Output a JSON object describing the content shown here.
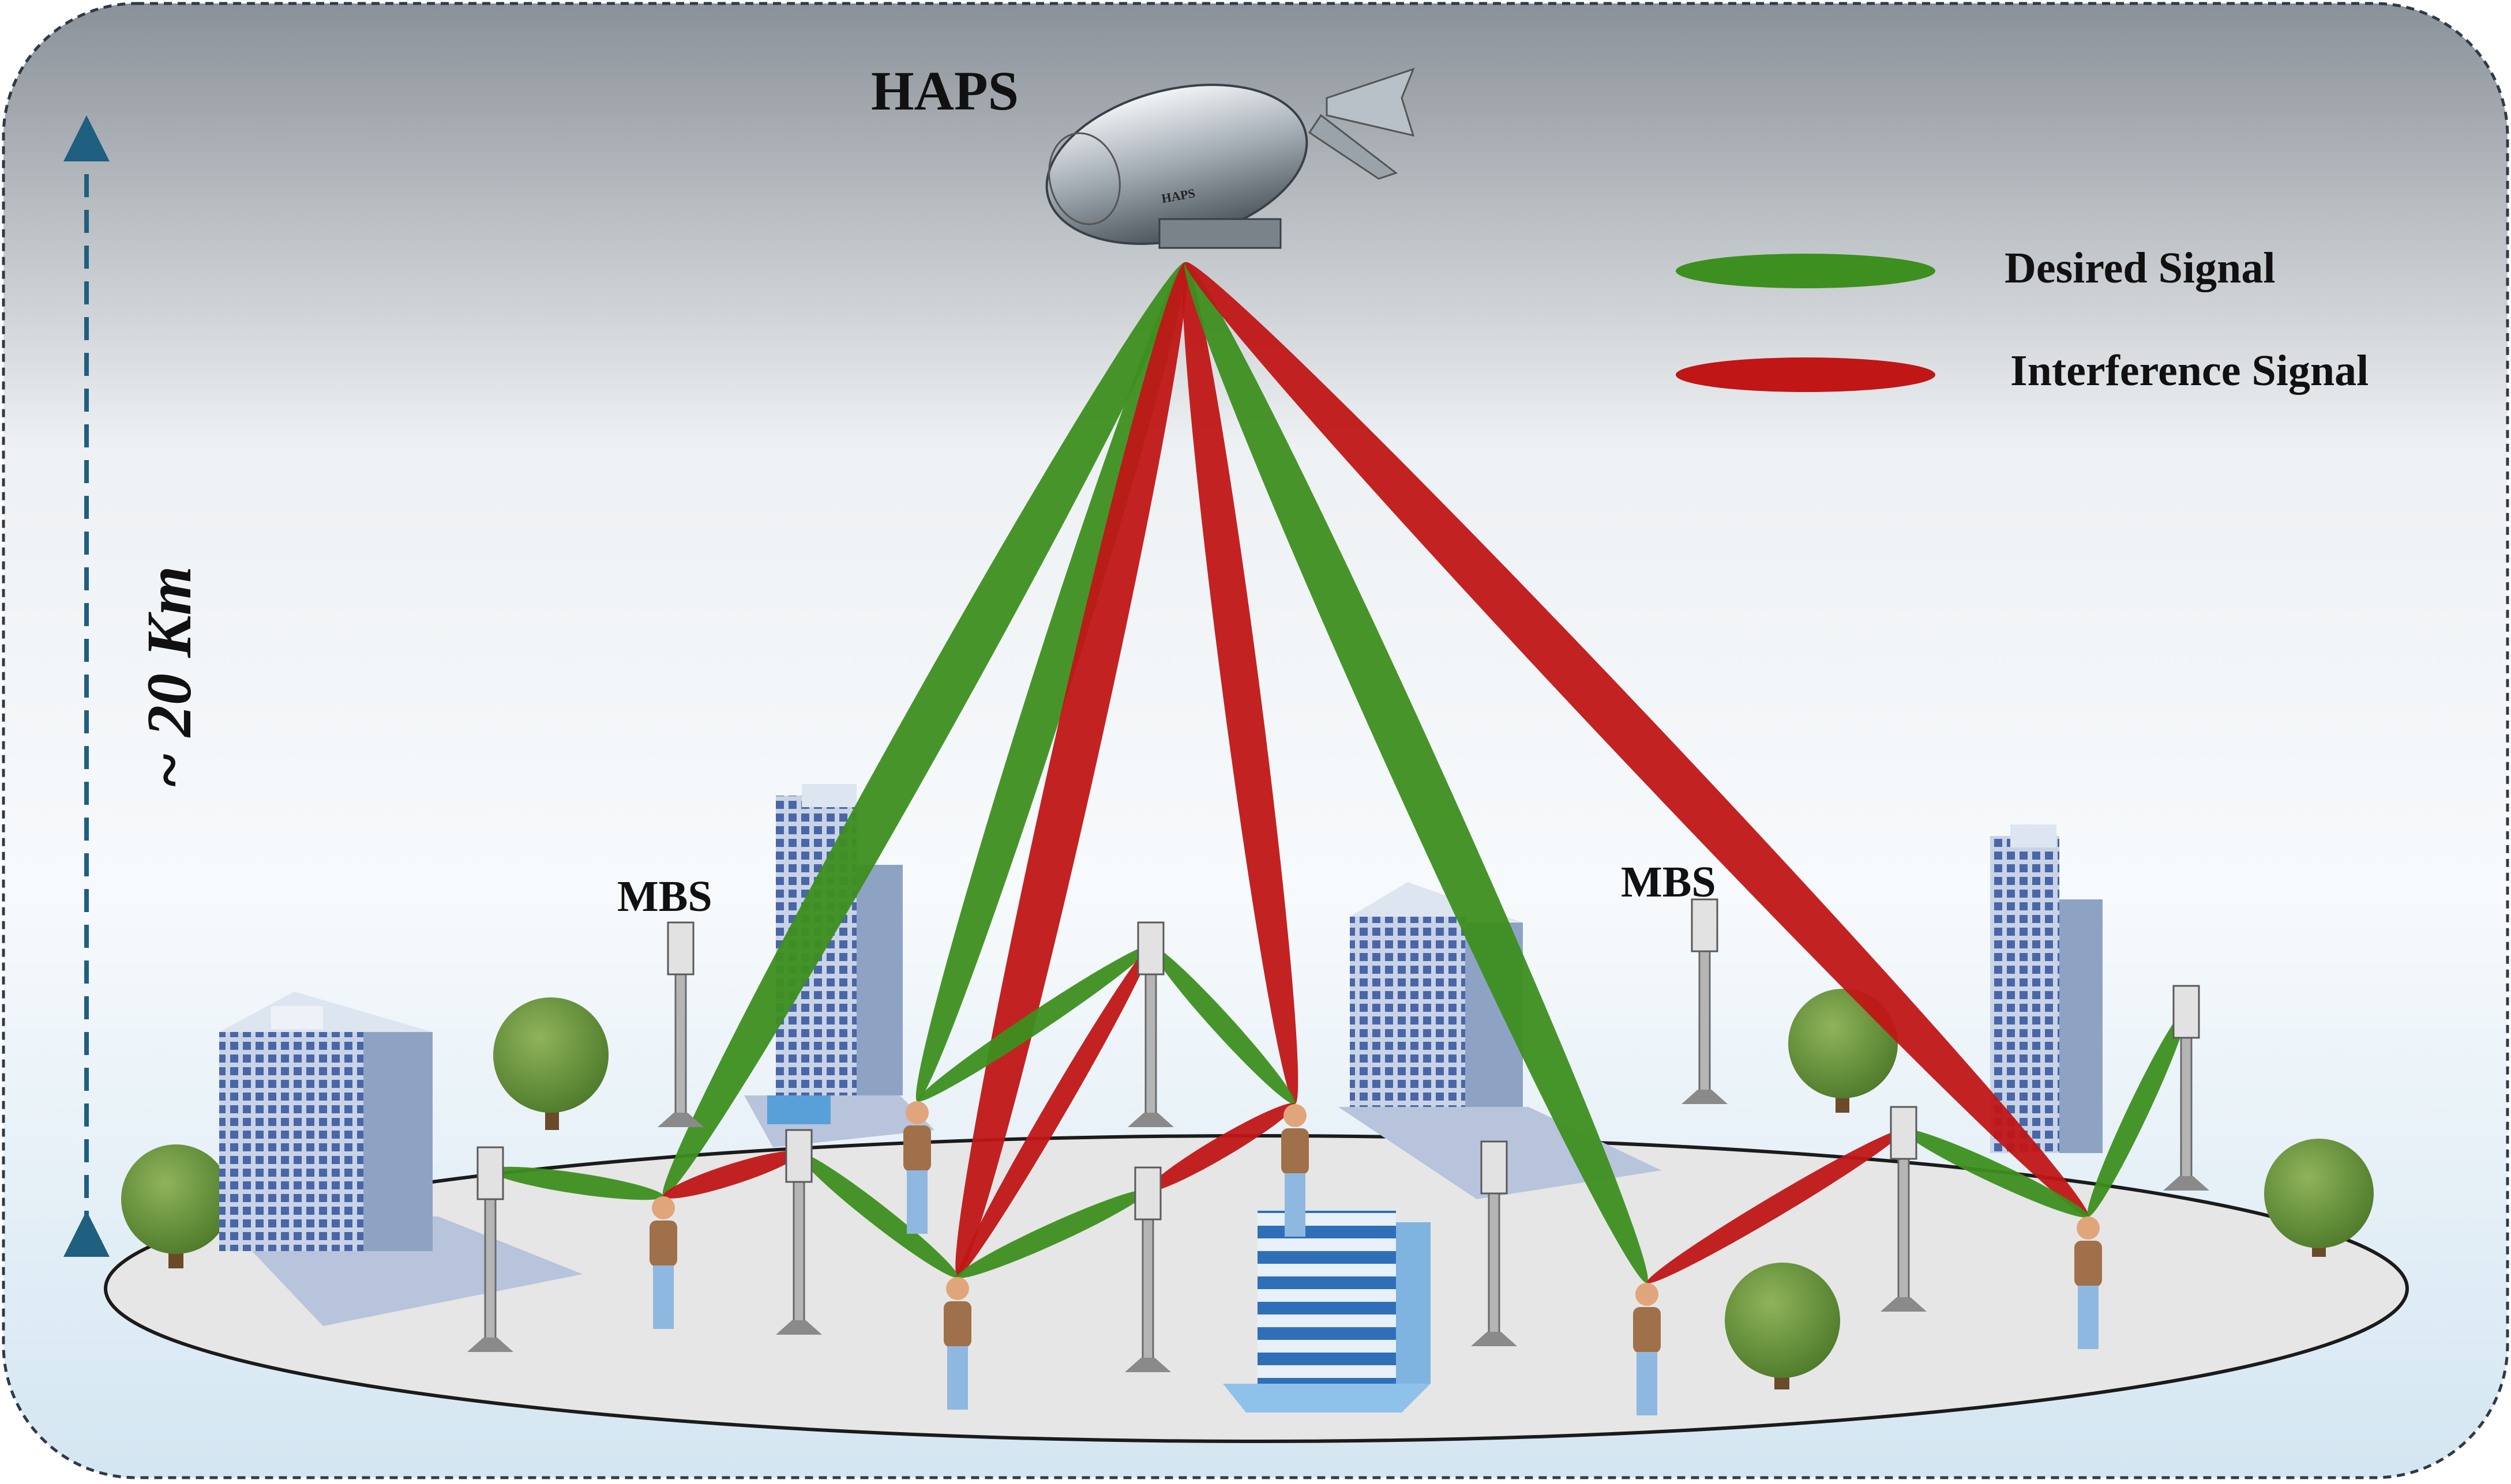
{
  "title_label": "HAPS",
  "airship_text": "HAPS",
  "height_label": "~ 20 Km",
  "mbs_labels": [
    "MBS",
    "MBS"
  ],
  "legend": {
    "desired": "Desired Signal",
    "interference": "Interference Signal"
  },
  "colors": {
    "desired": "#3d8f1f",
    "interference": "#c01616",
    "frame_border": "#2f3a48",
    "arrow": "#1f5f7f"
  },
  "beams": [
    {
      "type": "desired",
      "from": "haps",
      "to": "user-1"
    },
    {
      "type": "desired",
      "from": "haps",
      "to": "user-2"
    },
    {
      "type": "interference",
      "from": "haps",
      "to": "user-3"
    },
    {
      "type": "interference",
      "from": "haps",
      "to": "user-4"
    },
    {
      "type": "desired",
      "from": "haps",
      "to": "user-5"
    },
    {
      "type": "interference",
      "from": "haps",
      "to": "user-6"
    },
    {
      "type": "desired",
      "from": "mbs-1",
      "to": "user-1"
    },
    {
      "type": "interference",
      "from": "mbs-2",
      "to": "user-1"
    },
    {
      "type": "desired",
      "from": "mbs-2",
      "to": "user-3"
    },
    {
      "type": "desired",
      "from": "mbs-3",
      "to": "user-2"
    },
    {
      "type": "interference",
      "from": "mbs-3",
      "to": "user-3"
    },
    {
      "type": "desired",
      "from": "mbs-3",
      "to": "user-4"
    },
    {
      "type": "desired",
      "from": "mbs-4",
      "to": "user-3"
    },
    {
      "type": "interference",
      "from": "mbs-4",
      "to": "user-4"
    },
    {
      "type": "interference",
      "from": "mbs-6",
      "to": "user-5"
    },
    {
      "type": "desired",
      "from": "mbs-6",
      "to": "user-6"
    },
    {
      "type": "desired",
      "from": "mbs-7",
      "to": "user-6"
    }
  ]
}
